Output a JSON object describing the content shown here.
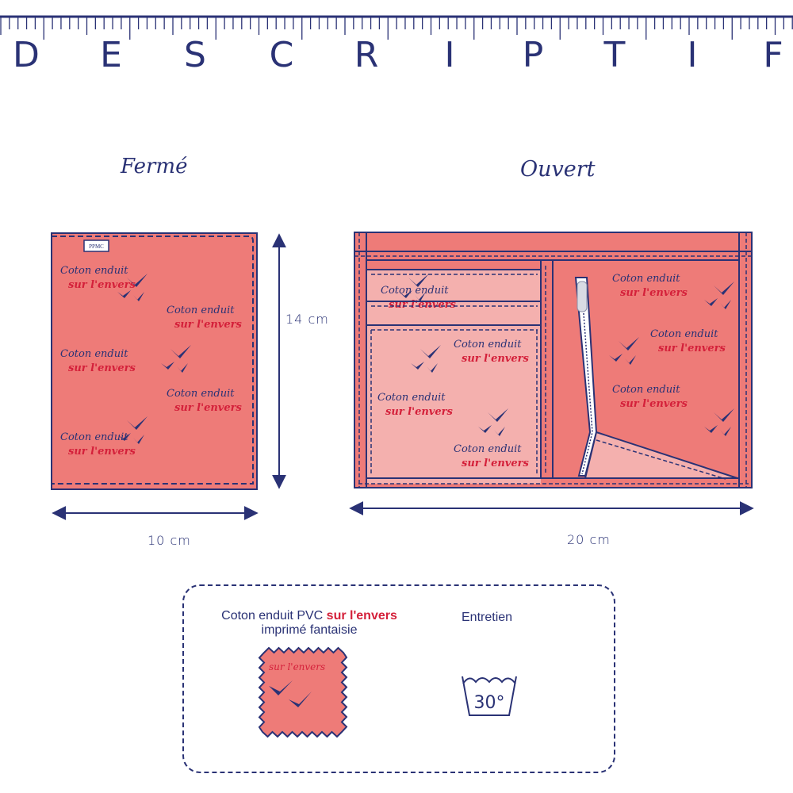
{
  "header": {
    "title_letters": [
      "D",
      "E",
      "S",
      "C",
      "R",
      "I",
      "P",
      "T",
      "I",
      "F"
    ]
  },
  "closed_view": {
    "label": "Fermé",
    "tag": "PPMC",
    "height_dim": "14 cm",
    "width_dim": "10 cm"
  },
  "open_view": {
    "label": "Ouvert",
    "width_dim": "20 cm"
  },
  "pattern": {
    "line1": "Coton enduit",
    "line2": "sur l'envers"
  },
  "legend": {
    "material_part1": "Coton enduit  PVC",
    "material_highlight": "sur l'envers",
    "material_line2": "imprimé fantaisie",
    "care_title": "Entretien",
    "wash_temp": "30°"
  },
  "colors": {
    "navy": "#2a3275",
    "salmon": "#ee7b78",
    "pink": "#f4b0ae",
    "red": "#d4203a"
  }
}
